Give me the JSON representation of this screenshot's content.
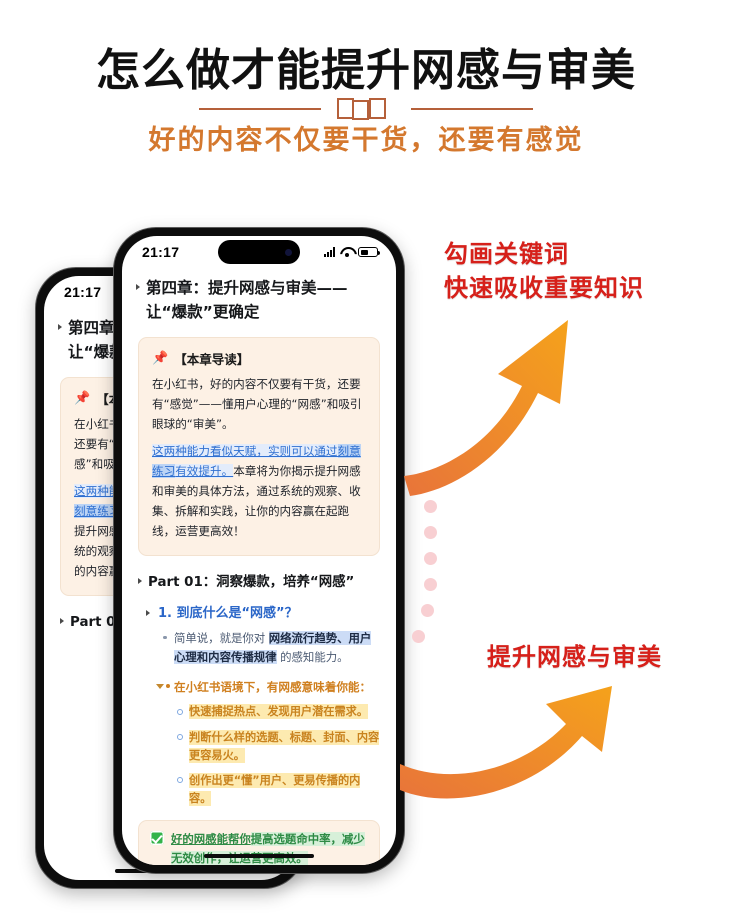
{
  "header": {
    "title": "怎么做才能提升网感与审美",
    "subtitle": "好的内容不仅要干货，还要有感觉"
  },
  "annotations": {
    "top_line1": "勾画关键词",
    "top_line2": "快速吸收重要知识",
    "bottom": "提升网感与审美",
    "accent_color": "#d6201a",
    "arrow_color_start": "#e8743a",
    "arrow_color_end": "#f0941e",
    "dot_color": "#f8cfd2"
  },
  "phone": {
    "status": {
      "time": "21:17",
      "signal_icon": "signal-bars-icon",
      "wifi_icon": "wifi-icon",
      "battery_icon": "battery-icon"
    },
    "doc": {
      "h1": "第四章：提升网感与审美——让“爆款”更确定",
      "callout": {
        "pin": "📌",
        "title": "【本章导读】",
        "p1": "在小红书，好的内容不仅要有干货，还要有“感觉”——懂用户心理的“网感”和吸引眼球的“审美”。",
        "p2_link": "这两种能力看似天赋，实则可以通过",
        "p2_link_hl": "刻意练习",
        "p2_link_tail": "有效提升。",
        "p2_rest": "本章将为你揭示提升网感和审美的具体方法，通过系统的观察、收集、拆解和实践，让你的内容赢在起跑线，运营更高效！"
      },
      "part_title": "Part 01：洞察爆款，培养“网感”",
      "section_num": "1.",
      "section_title": "到底什么是“网感”？",
      "bullet1_pre": "简单说，就是你对 ",
      "bullet1_hl": "网络流行趋势、用户心理和内容传播规律",
      "bullet1_post": " 的感知能力。",
      "bullet_orange": "在小红书语境下，有网感意味着你能：",
      "sub_items": [
        "快速捕捉热点、发现用户潜在需求。",
        "判断什么样的选题、标题、封面、内容更容易火。",
        "创作出更“懂”用户、更易传播的内容。"
      ],
      "green_pre": "好的网感能帮你",
      "green_hl": "提高选题命中率，减少无效创作，让运营更高效。"
    }
  }
}
